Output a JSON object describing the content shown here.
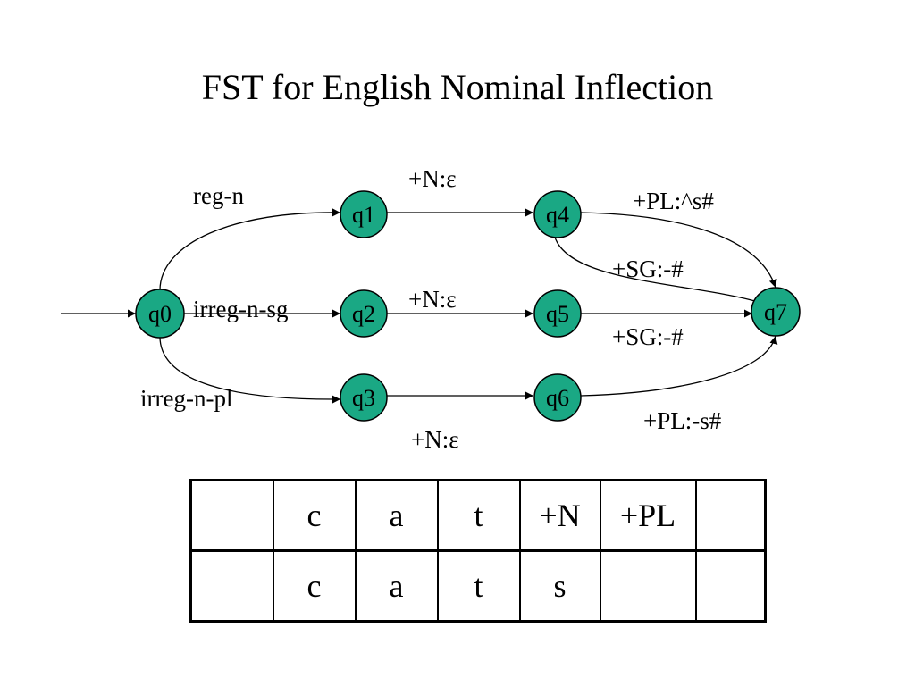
{
  "title": "FST for English Nominal Inflection",
  "colors": {
    "state_fill": "#1aa884",
    "line": "#000000",
    "background": "#ffffff"
  },
  "fst": {
    "states": [
      {
        "id": "q0",
        "label": "q0"
      },
      {
        "id": "q1",
        "label": "q1"
      },
      {
        "id": "q2",
        "label": "q2"
      },
      {
        "id": "q3",
        "label": "q3"
      },
      {
        "id": "q4",
        "label": "q4"
      },
      {
        "id": "q5",
        "label": "q5"
      },
      {
        "id": "q6",
        "label": "q6"
      },
      {
        "id": "q7",
        "label": "q7"
      }
    ],
    "start_state": "q0",
    "final_state": "q7",
    "transitions": [
      {
        "from": "q0",
        "to": "q1",
        "label": "reg-n"
      },
      {
        "from": "q0",
        "to": "q2",
        "label": "irreg-n-sg"
      },
      {
        "from": "q0",
        "to": "q3",
        "label": "irreg-n-pl"
      },
      {
        "from": "q1",
        "to": "q4",
        "label": "+N:ε"
      },
      {
        "from": "q2",
        "to": "q5",
        "label": "+N:ε"
      },
      {
        "from": "q3",
        "to": "q6",
        "label": "+N:ε"
      },
      {
        "from": "q4",
        "to": "q7",
        "label": "+PL:^s#"
      },
      {
        "from": "q4",
        "to": "q7",
        "label": "+SG:-#"
      },
      {
        "from": "q5",
        "to": "q7",
        "label": "+SG:-#"
      },
      {
        "from": "q6",
        "to": "q7",
        "label": "+PL:-s#"
      }
    ]
  },
  "tape": {
    "upper": [
      "",
      "c",
      "a",
      "t",
      "+N",
      "+PL",
      ""
    ],
    "lower": [
      "",
      "c",
      "a",
      "t",
      "s",
      "",
      ""
    ]
  }
}
